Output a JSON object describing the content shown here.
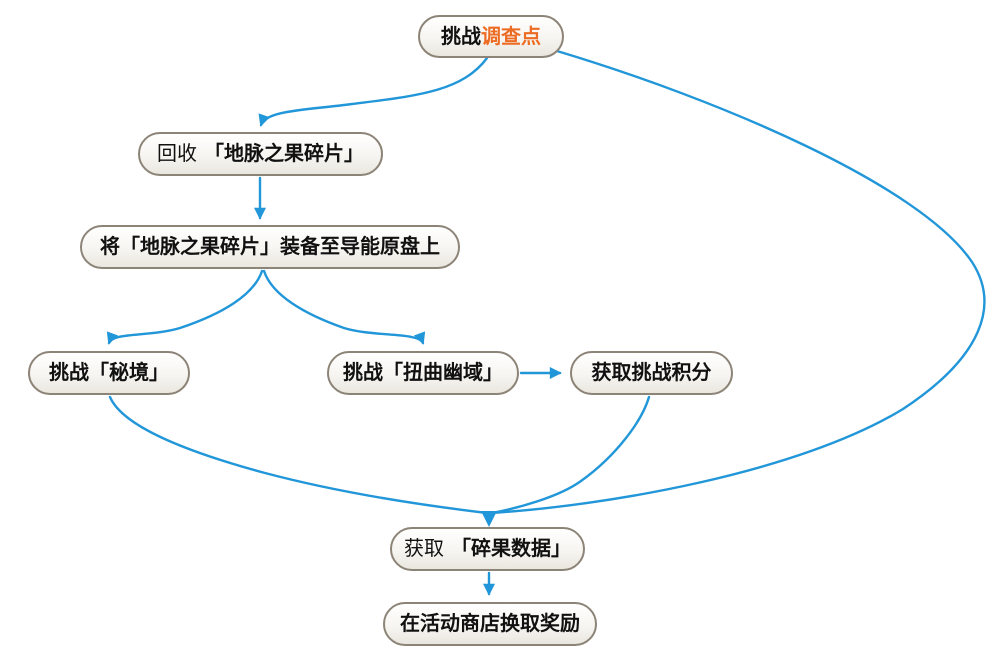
{
  "diagram": {
    "type": "flowchart",
    "colors": {
      "arrow": "#2196d8",
      "node_border": "#8d8478",
      "node_fill_top": "#ffffff",
      "node_fill_bottom": "#eae7e0",
      "text": "#111111",
      "highlight": "#ed6c24"
    },
    "nodes": [
      {
        "id": "challenge-survey-point",
        "light": "",
        "strong": "挑战",
        "accent": "调查点",
        "label": "挑战调查点"
      },
      {
        "id": "recycle-fragment",
        "light": "回收",
        "strong": "「地脉之果碎片」",
        "accent": "",
        "label": "回收「地脉之果碎片」"
      },
      {
        "id": "equip-fragment",
        "light": "",
        "strong": "将「地脉之果碎片」装备至导能原盘上",
        "accent": "",
        "label": "将「地脉之果碎片」装备至导能原盘上"
      },
      {
        "id": "challenge-domain",
        "light": "",
        "strong": "挑战「秘境」",
        "accent": "",
        "label": "挑战「秘境」"
      },
      {
        "id": "challenge-twisted-realm",
        "light": "",
        "strong": "挑战「扭曲幽域」",
        "accent": "",
        "label": "挑战「扭曲幽域」"
      },
      {
        "id": "gain-challenge-points",
        "light": "",
        "strong": "获取挑战积分",
        "accent": "",
        "label": "获取挑战积分"
      },
      {
        "id": "gain-fragment-data",
        "light": "获取",
        "strong": "「碎果数据」",
        "accent": "",
        "label": "获取「碎果数据」"
      },
      {
        "id": "exchange-rewards",
        "light": "",
        "strong": "在活动商店换取奖励",
        "accent": "",
        "label": "在活动商店换取奖励"
      }
    ],
    "edges": [
      {
        "from": "挑战调查点",
        "to": "回收「地脉之果碎片」"
      },
      {
        "from": "挑战调查点",
        "to": "获取「碎果数据」"
      },
      {
        "from": "回收「地脉之果碎片」",
        "to": "将「地脉之果碎片」装备至导能原盘上"
      },
      {
        "from": "将「地脉之果碎片」装备至导能原盘上",
        "to": "挑战「秘境」"
      },
      {
        "from": "将「地脉之果碎片」装备至导能原盘上",
        "to": "挑战「扭曲幽域」"
      },
      {
        "from": "挑战「扭曲幽域」",
        "to": "获取挑战积分"
      },
      {
        "from": "挑战「秘境」",
        "to": "获取「碎果数据」"
      },
      {
        "from": "获取挑战积分",
        "to": "获取「碎果数据」"
      },
      {
        "from": "获取「碎果数据」",
        "to": "在活动商店换取奖励"
      }
    ]
  }
}
